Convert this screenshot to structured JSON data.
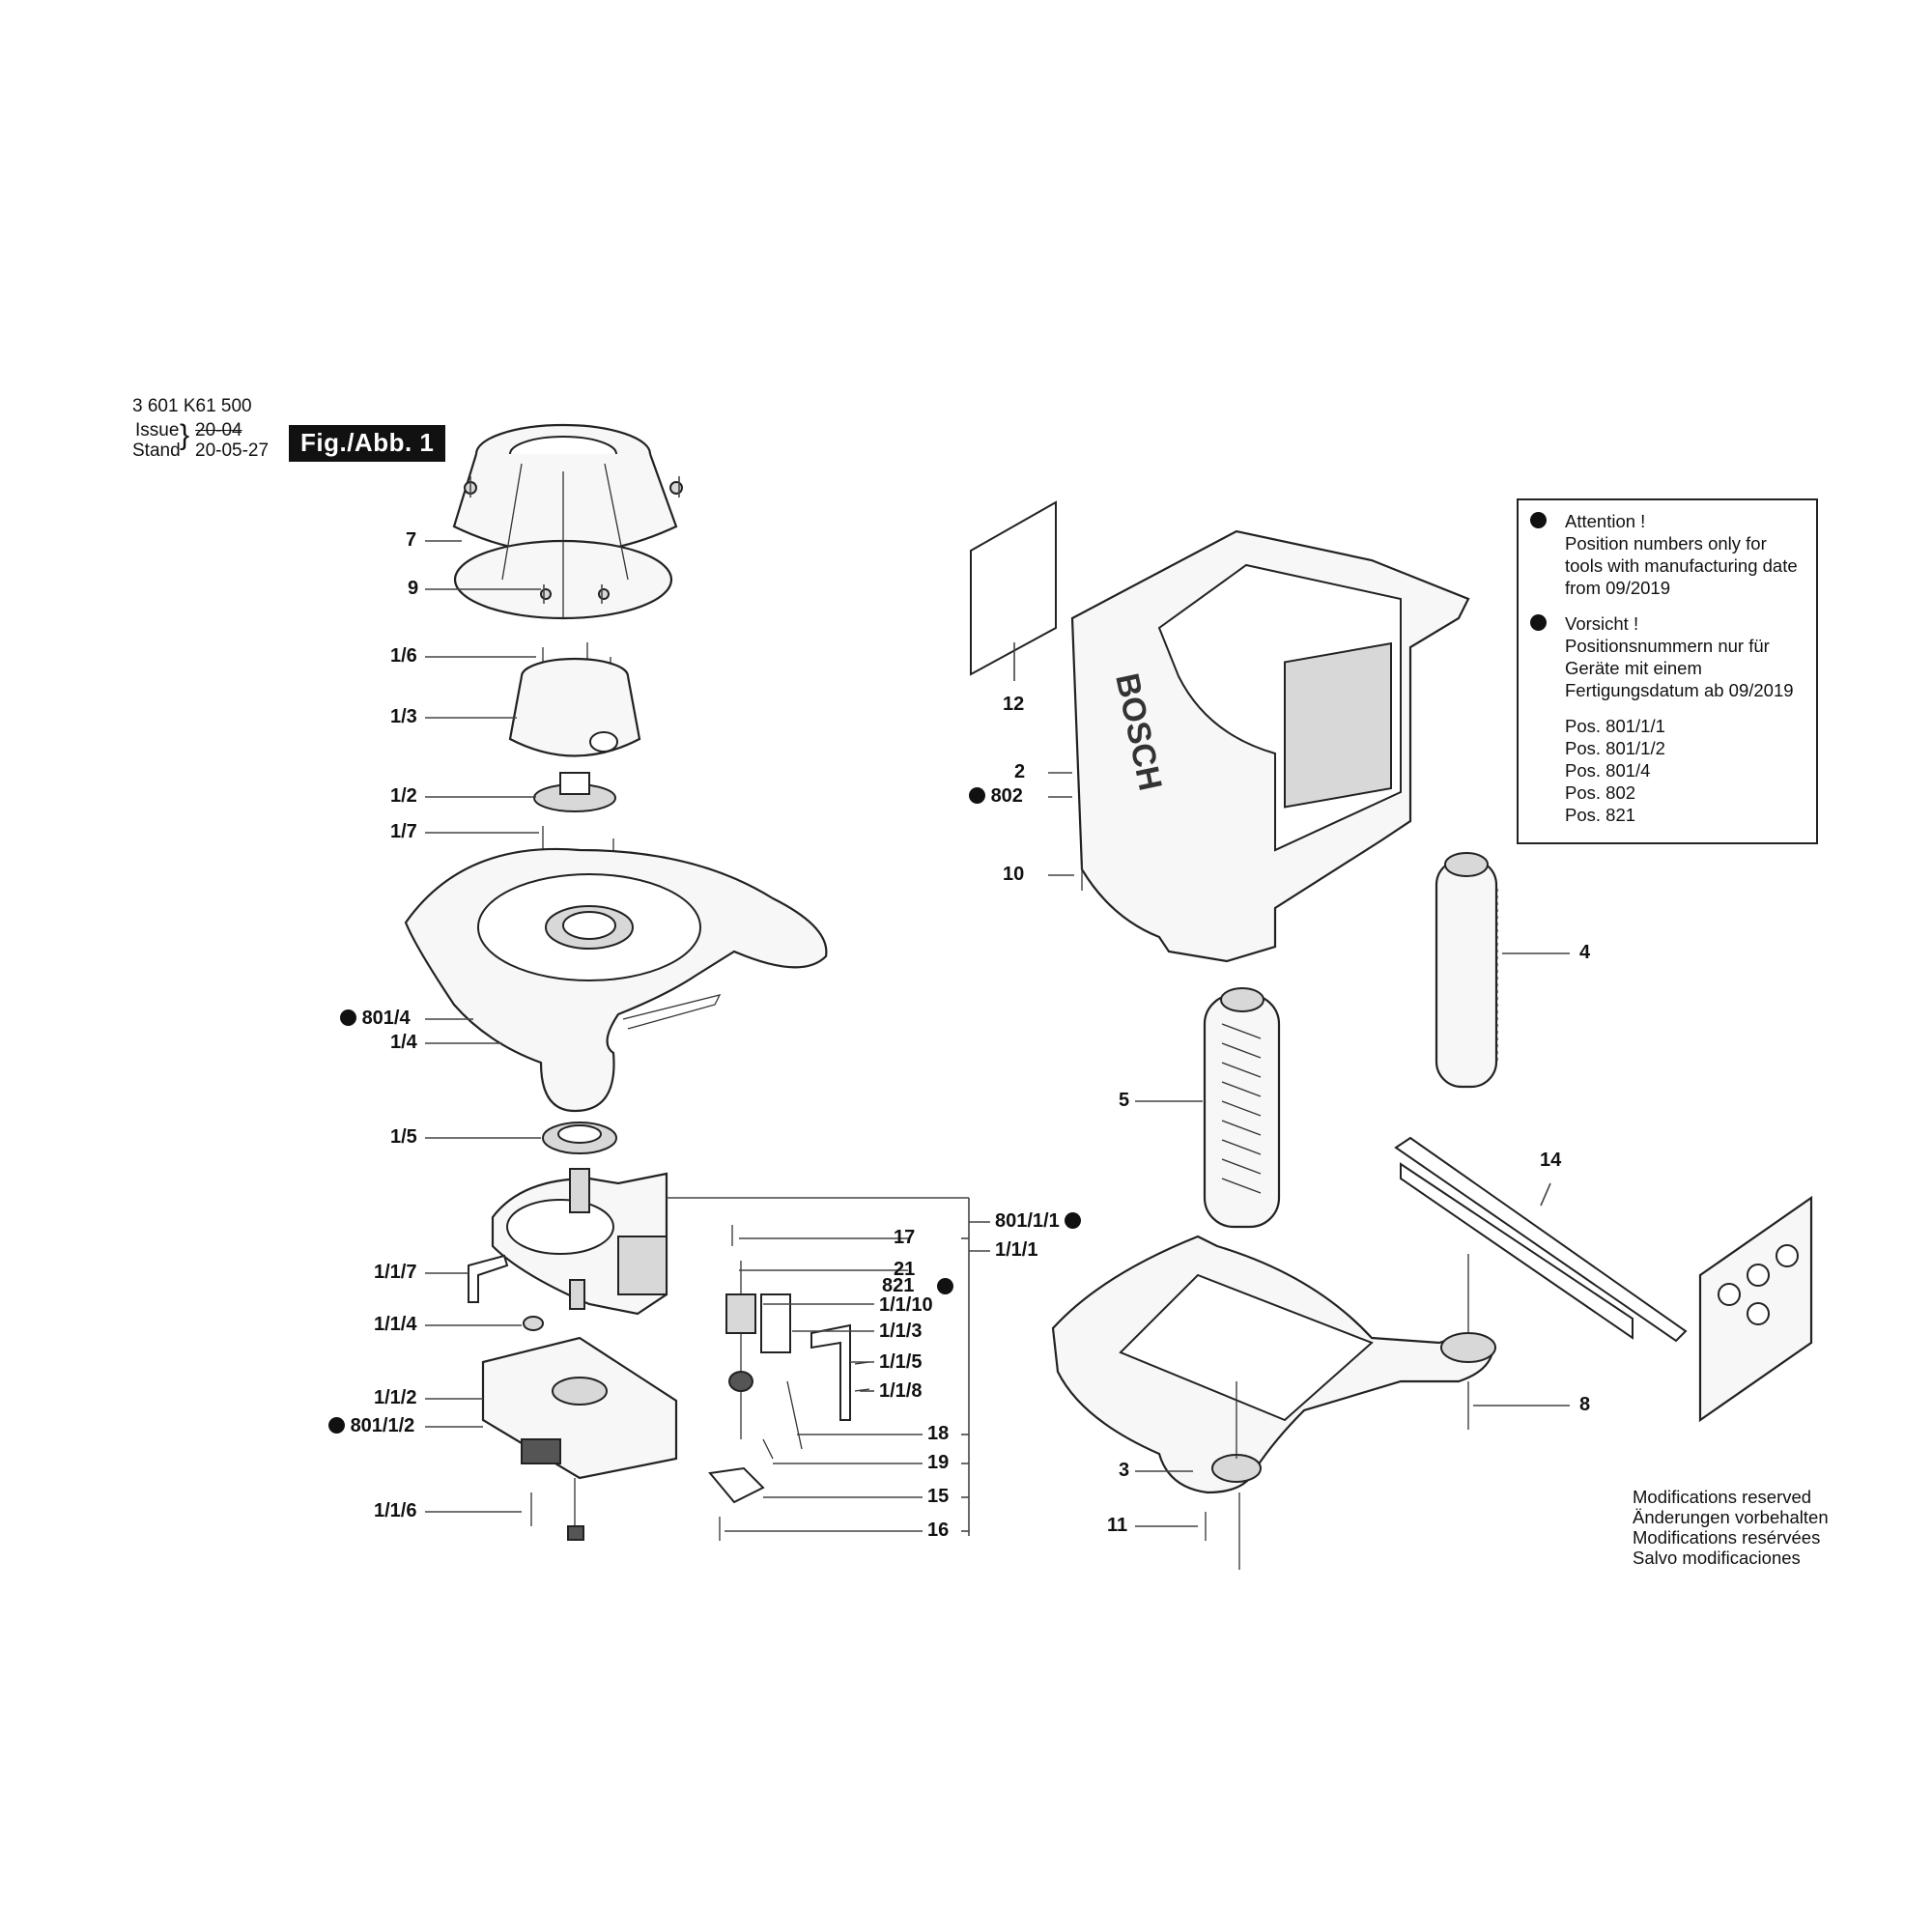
{
  "header": {
    "part_number": "3 601 K61 500",
    "issue_label": "Issue",
    "issue_value": "20-04",
    "stand_label": "Stand",
    "stand_value": "20-05-27",
    "figure_badge": "Fig./Abb. 1"
  },
  "notice": {
    "en_title": "Attention !",
    "en_text": "Position numbers only for tools with manufacturing date from 09/2019",
    "de_title": "Vorsicht !",
    "de_text": "Positionsnummern nur für Geräte mit einem Fertigungsdatum ab 09/2019",
    "positions": [
      "Pos. 801/1/1",
      "Pos. 801/1/2",
      "Pos. 801/4",
      "Pos. 802",
      "Pos. 821"
    ]
  },
  "brand": "BOSCH",
  "modifications": [
    "Modifications reserved",
    "Änderungen vorbehalten",
    "Modifications resérvées",
    "Salvo modificaciones"
  ],
  "labels": {
    "p7": "7",
    "p9": "9",
    "p1_6": "1/6",
    "p1_3": "1/3",
    "p1_2": "1/2",
    "p1_7": "1/7",
    "p801_4": "801/4",
    "p1_4": "1/4",
    "p1_5": "1/5",
    "p1_1_7": "1/1/7",
    "p1_1_4": "1/1/4",
    "p1_1_2": "1/1/2",
    "p801_1_2": "801/1/2",
    "p1_1_6": "1/1/6",
    "p17": "17",
    "p21": "21",
    "p821": "821",
    "p1_1_10": "1/1/10",
    "p1_1_3": "1/1/3",
    "p1_1_5": "1/1/5",
    "p1_1_8": "1/1/8",
    "p18": "18",
    "p19": "19",
    "p15": "15",
    "p16": "16",
    "p801_1_1": "801/1/1",
    "p1_1_1": "1/1/1",
    "p12": "12",
    "p2": "2",
    "p802": "802",
    "p10": "10",
    "p4": "4",
    "p5": "5",
    "p14": "14",
    "p8": "8",
    "p3": "3",
    "p11": "11"
  }
}
